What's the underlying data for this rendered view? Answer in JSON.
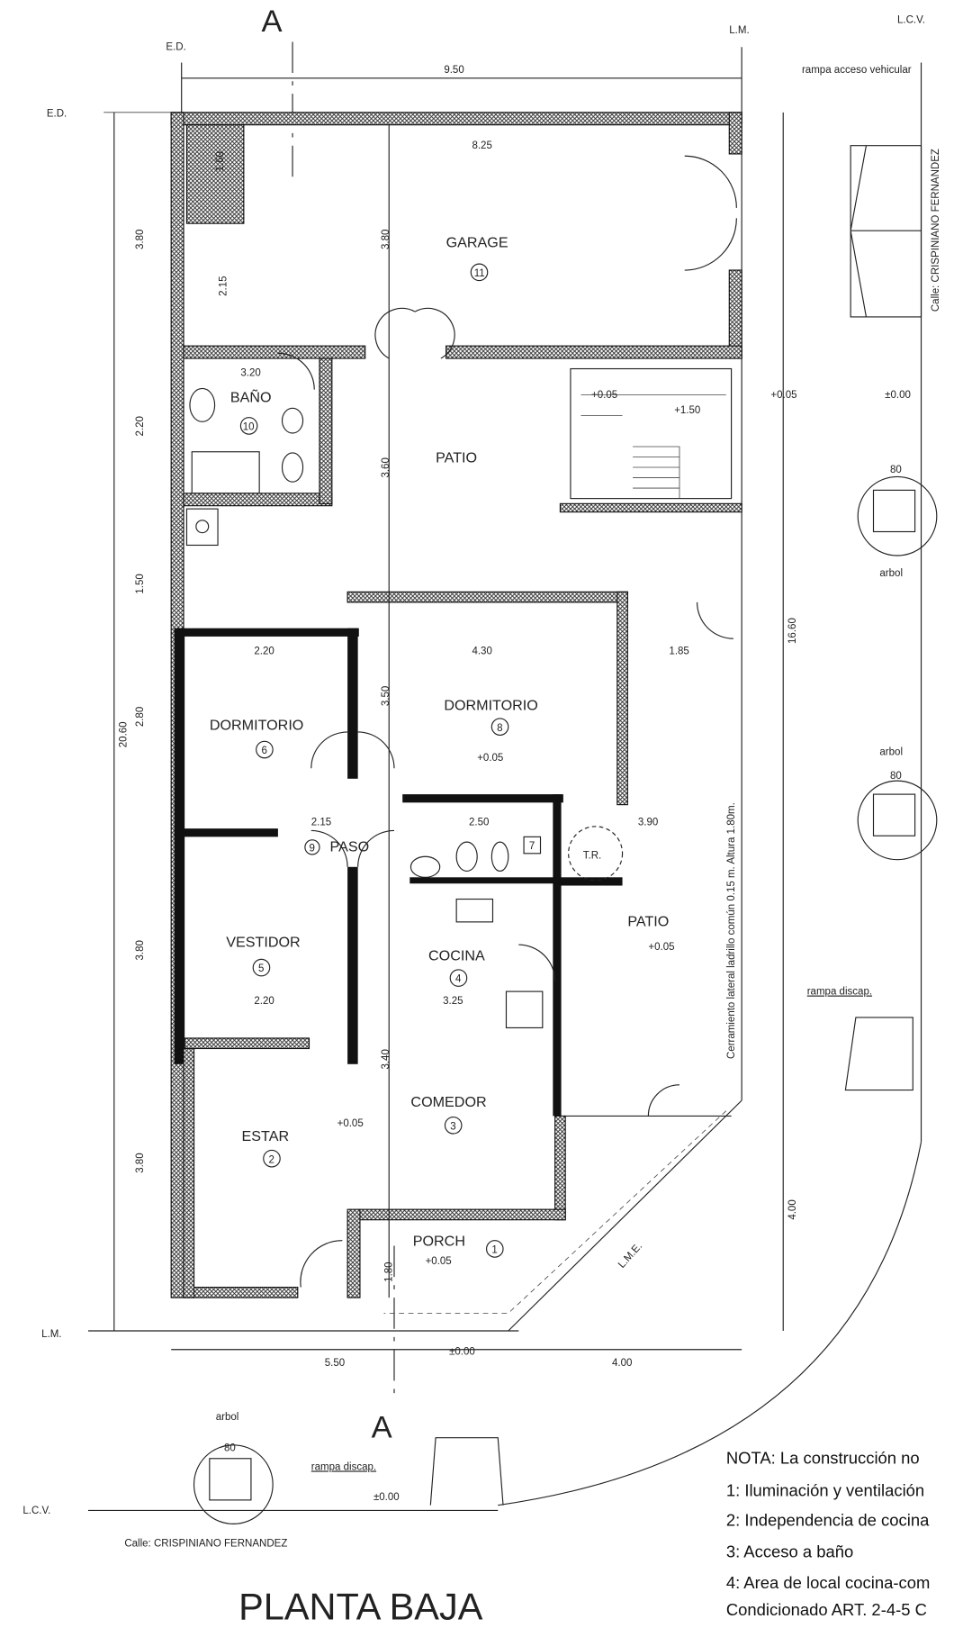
{
  "title": "PLANTA BAJA",
  "section_marks": [
    "A",
    "A"
  ],
  "lines": {
    "ed_top": "E.D.",
    "ed_left": "E.D.",
    "lm_top": "L.M.",
    "lcv_top": "L.C.V.",
    "lm_left": "L.M.",
    "lcv_bottom": "L.C.V.",
    "lme": "L.M.E."
  },
  "rooms": [
    {
      "name": "GARAGE",
      "number": "11"
    },
    {
      "name": "BAÑO",
      "number": "10"
    },
    {
      "name": "PATIO",
      "number": ""
    },
    {
      "name": "DORMITORIO",
      "number": "8"
    },
    {
      "name": "DORMITORIO",
      "number": "6"
    },
    {
      "name": "PASO",
      "number": "9"
    },
    {
      "name": "VESTIDOR",
      "number": "5"
    },
    {
      "name": "COCINA",
      "number": "4"
    },
    {
      "name": "COMEDOR",
      "number": "3"
    },
    {
      "name": "ESTAR",
      "number": "2"
    },
    {
      "name": "PORCH",
      "number": "1"
    },
    {
      "name": "PATIO",
      "number": ""
    },
    {
      "name": "T.R.",
      "number": "7"
    }
  ],
  "dimensions": {
    "overall_width": "9.50",
    "garage_width": "8.25",
    "overall_depth": "20.60",
    "right_depth": "16.60",
    "front_corner": "4.00",
    "bottom_left": "5.50",
    "bottom_right": "4.00",
    "dorm6_width": "2.20",
    "dorm8_width": "4.30",
    "side_width": "1.85",
    "paso_width": "2.15",
    "bath_width": "2.50",
    "tr_width": "3.90",
    "vestidor_width": "2.20",
    "cocina_width": "3.25",
    "bano_width": "3.20",
    "garage_h": "3.80",
    "garage_h2": "3.80",
    "bano_h": "2.20",
    "left_a": "2.15",
    "left_b": "1.50",
    "left_c": "2.80",
    "left_d": "3.80",
    "left_e": "3.80",
    "mid_a": "3.60",
    "mid_b": "3.50",
    "mid_c": "3.40",
    "porch_h": "1.80",
    "small_a": "1.60"
  },
  "levels": {
    "patio": "+0.05",
    "dorm": "+0.05",
    "estar": "+0.05",
    "porch": "+0.05",
    "patio2": "+0.05",
    "sidewalk": "±0.00",
    "street": "±0.00",
    "street2": "±0.00",
    "stairs1": "+0.05",
    "stairs2": "+1.50"
  },
  "street": {
    "name_vertical": "Calle: CRISPINIANO FERNANDEZ",
    "name_bottom": "Calle: CRISPINIANO FERNANDEZ"
  },
  "annotations": {
    "ramp_vehicle": "rampa acceso vehicular",
    "ramp_disab_right": "rampa discap.",
    "ramp_disab_bottom": "rampa discap.",
    "tree_1": "arbol",
    "tree_2": "arbol",
    "tree_3": "arbol",
    "tree_size_1": "80",
    "tree_size_2": "80",
    "tree_size_3": "80",
    "side_wall": "Cerramiento lateral ladrillo común 0.15 m. Altura 1.80m."
  },
  "notes": [
    "NOTA: La construcción no",
    "1: Iluminación  y ventilación",
    "2: Independencia de cocina",
    "3: Acceso a baño",
    "4: Area de local cocina-com",
    "Condicionado ART. 2-4-5 C"
  ]
}
